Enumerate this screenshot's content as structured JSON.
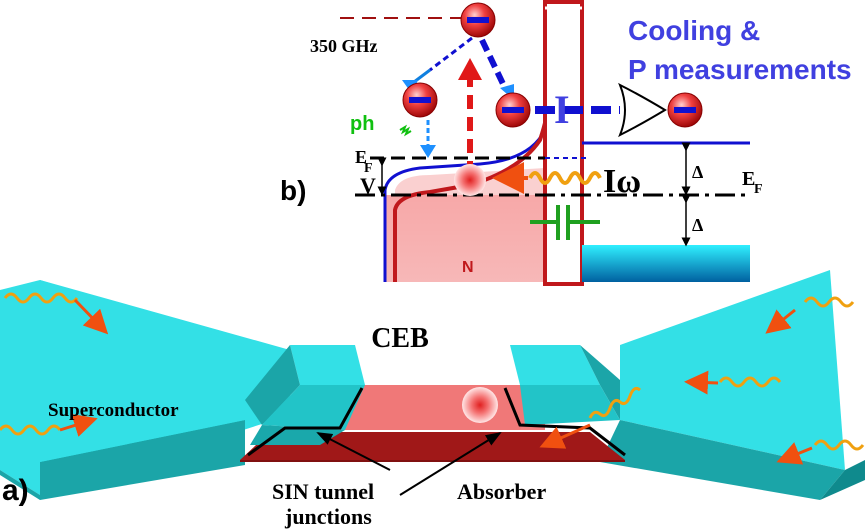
{
  "figure": {
    "panel_a": {
      "panel_label": "a)",
      "title": "CEB",
      "labels": {
        "superconductor": "Superconductor",
        "sin_junctions_line1": "SIN tunnel",
        "sin_junctions_line2": "junctions",
        "absorber": "Absorber"
      }
    },
    "panel_b": {
      "panel_label": "b)",
      "frequency_label": "350 GHz",
      "photon_label": "ph",
      "normal_metal_label": "N",
      "current_label": "I",
      "current_omega_label": "Iω",
      "voltage_label": "V",
      "fermi_left_main": "E",
      "fermi_left_sub": "F",
      "fermi_right_main": "E",
      "fermi_right_sub": "F",
      "gap_label_upper": "Δ",
      "gap_label_lower": "Δ",
      "title_line1": "Cooling &",
      "title_line2": "P measurements"
    },
    "colors": {
      "superconductor_top": "#33e0e6",
      "superconductor_side": "#1ba5a8",
      "absorber_top": "#f08080",
      "absorber_side": "#a01818",
      "band_red": "#c0181c",
      "band_blue": "#1010d0",
      "title_blue": "#4040e0",
      "photon_orange": "#f0a010",
      "arrow_orange": "#f05010",
      "normal_fill": "#f7b0b0",
      "electron_red": "#e01818"
    }
  }
}
